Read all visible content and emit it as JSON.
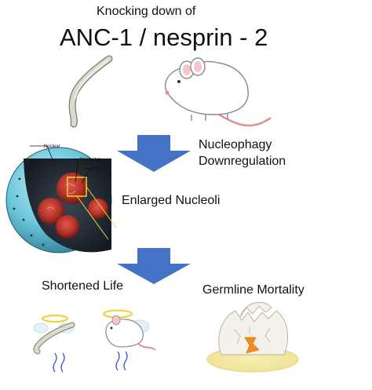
{
  "title_small": "Knocking down of",
  "title_large": "ANC-1 / nesprin - 2",
  "step1": {
    "line1": "Nucleophagy",
    "line2": "Downregulation"
  },
  "cell_labels": {
    "nuclear": "Nuclear",
    "nucleolus": "Nucleolus",
    "rrna": "rRNA"
  },
  "outcome1": "Enlarged Nucleoli",
  "result_left": "Shortened Life",
  "result_right": "Germline Mortality",
  "colors": {
    "arrow": "#4472c4",
    "nucleus_shell": "#6ec8dc",
    "nucleolus": "#b5342a",
    "halo": "#f5dc50"
  },
  "icons": [
    "worm-icon",
    "mouse-icon",
    "nucleus-illustration",
    "angel-worm-icon",
    "angel-mouse-icon",
    "cracked-egg-icon"
  ]
}
